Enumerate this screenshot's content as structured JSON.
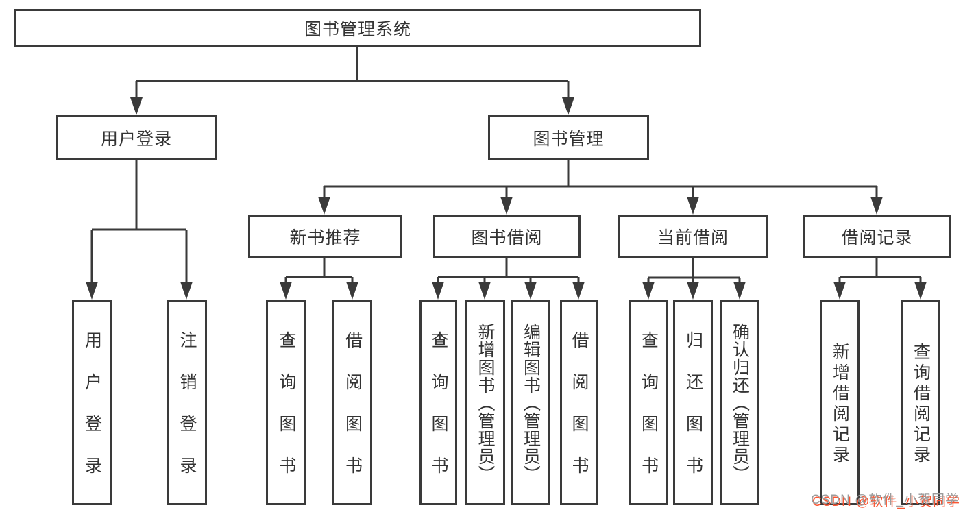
{
  "diagram": {
    "title": "图书管理系统",
    "root": {
      "label": "图书管理系统"
    },
    "level2": [
      {
        "label": "用户登录"
      },
      {
        "label": "图书管理"
      }
    ],
    "level3": [
      {
        "label": "新书推荐"
      },
      {
        "label": "图书借阅"
      },
      {
        "label": "当前借阅"
      },
      {
        "label": "借阅记录"
      }
    ],
    "leaves": [
      {
        "label": "用户登录",
        "parent": "用户登录"
      },
      {
        "label": "注销登录",
        "parent": "用户登录"
      },
      {
        "label": "查询图书",
        "parent": "新书推荐"
      },
      {
        "label": "借阅图书",
        "parent": "新书推荐"
      },
      {
        "label": "查询图书",
        "parent": "图书借阅"
      },
      {
        "label": "新增图书（管理员）",
        "parent": "图书借阅"
      },
      {
        "label": "编辑图书（管理员）",
        "parent": "图书借阅"
      },
      {
        "label": "借阅图书",
        "parent": "图书借阅"
      },
      {
        "label": "查询图书",
        "parent": "当前借阅"
      },
      {
        "label": "归还图书",
        "parent": "当前借阅"
      },
      {
        "label": "确认归还（管理员）",
        "parent": "当前借阅"
      },
      {
        "label": "新增借阅记录",
        "parent": "借阅记录"
      },
      {
        "label": "查询借阅记录",
        "parent": "借阅记录"
      }
    ]
  },
  "watermark": {
    "text": "CSDN @软件_小贺同学"
  },
  "colors": {
    "line": "#3a3a3a",
    "text": "#333333",
    "background": "#ffffff",
    "watermark_text": "#9c9c9c",
    "watermark_shadow": "#fc5531"
  }
}
